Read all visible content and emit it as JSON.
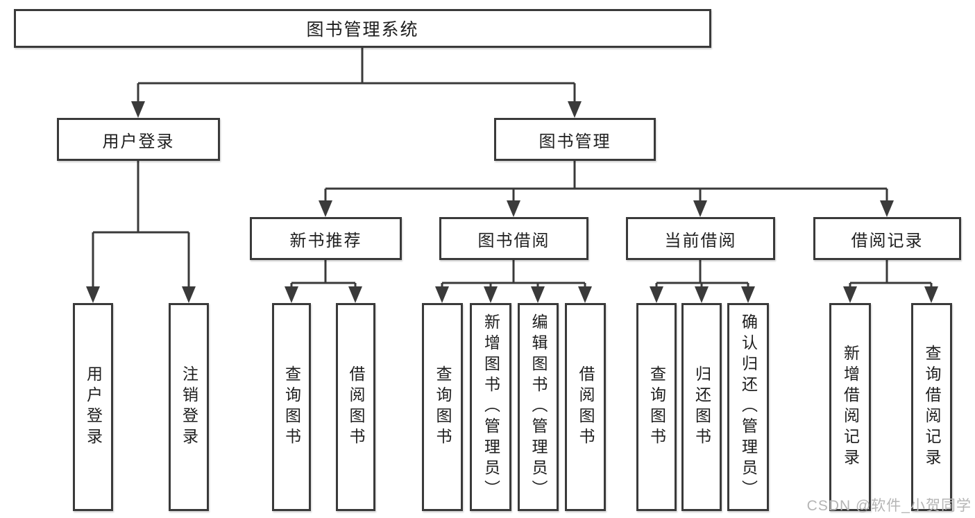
{
  "diagram": {
    "root_label": "图书管理系统",
    "user_branch": {
      "label": "用户登录",
      "children": [
        "用户登录",
        "注销登录"
      ]
    },
    "mgmt_branch": {
      "label": "图书管理",
      "modules": [
        {
          "label": "新书推荐",
          "children": [
            "查询图书",
            "借阅图书"
          ]
        },
        {
          "label": "图书借阅",
          "children": [
            "查询图书",
            "新增图书（管理员）",
            "编辑图书（管理员）",
            "借阅图书"
          ]
        },
        {
          "label": "当前借阅",
          "children": [
            "查询图书",
            "归还图书",
            "确认归还（管理员）"
          ]
        },
        {
          "label": "借阅记录",
          "children": [
            "新增借阅记录",
            "查询借阅记录"
          ]
        }
      ]
    },
    "colors": {
      "line": "#3a3a3a",
      "text": "#1e1e1e"
    },
    "watermark": "CSDN @软件_小贺同学"
  }
}
